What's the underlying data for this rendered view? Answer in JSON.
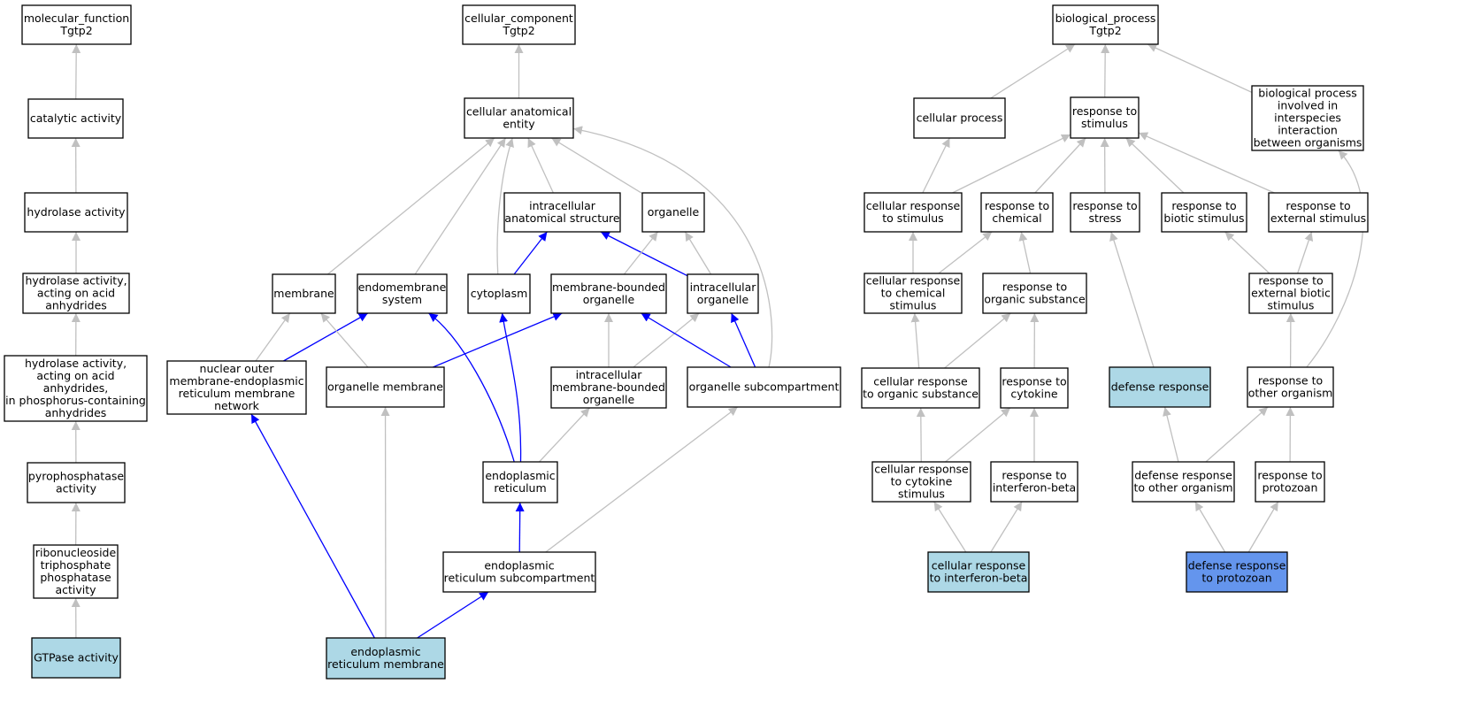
{
  "colors": {
    "node_fill": "#ffffff",
    "highlight_fill": "#add8e6",
    "focus_fill": "#6495ed",
    "edge_is_a": "#c0c0c0",
    "edge_part_of": "#0000ff"
  },
  "nodes": [
    {
      "id": "mf_root",
      "lines": [
        "molecular_function",
        "Tgtp2"
      ],
      "fill": "node_fill"
    },
    {
      "id": "catalytic",
      "lines": [
        "catalytic activity"
      ],
      "fill": "node_fill"
    },
    {
      "id": "hydrolase",
      "lines": [
        "hydrolase activity"
      ],
      "fill": "node_fill"
    },
    {
      "id": "hydrolase_acid",
      "lines": [
        "hydrolase activity,",
        "acting on acid",
        "anhydrides"
      ],
      "fill": "node_fill"
    },
    {
      "id": "hydrolase_phos",
      "lines": [
        "hydrolase activity,",
        "acting on acid",
        "anhydrides,",
        "in phosphorus-containing",
        "anhydrides"
      ],
      "fill": "node_fill"
    },
    {
      "id": "pyrophosphatase",
      "lines": [
        "pyrophosphatase",
        "activity"
      ],
      "fill": "node_fill"
    },
    {
      "id": "ribonucleoside",
      "lines": [
        "ribonucleoside",
        "triphosphate",
        "phosphatase",
        "activity"
      ],
      "fill": "node_fill"
    },
    {
      "id": "gtpase",
      "lines": [
        "GTPase activity"
      ],
      "fill": "highlight_fill"
    },
    {
      "id": "cc_root",
      "lines": [
        "cellular_component",
        "Tgtp2"
      ],
      "fill": "node_fill"
    },
    {
      "id": "cae",
      "lines": [
        "cellular anatomical",
        "entity"
      ],
      "fill": "node_fill"
    },
    {
      "id": "ias",
      "lines": [
        "intracellular",
        "anatomical structure"
      ],
      "fill": "node_fill"
    },
    {
      "id": "organelle",
      "lines": [
        "organelle"
      ],
      "fill": "node_fill"
    },
    {
      "id": "membrane",
      "lines": [
        "membrane"
      ],
      "fill": "node_fill"
    },
    {
      "id": "endomembrane",
      "lines": [
        "endomembrane",
        "system"
      ],
      "fill": "node_fill"
    },
    {
      "id": "cytoplasm",
      "lines": [
        "cytoplasm"
      ],
      "fill": "node_fill"
    },
    {
      "id": "mbo",
      "lines": [
        "membrane-bounded",
        "organelle"
      ],
      "fill": "node_fill"
    },
    {
      "id": "io",
      "lines": [
        "intracellular",
        "organelle"
      ],
      "fill": "node_fill"
    },
    {
      "id": "nuclear_outer",
      "lines": [
        "nuclear outer",
        "membrane-endoplasmic",
        "reticulum membrane",
        "network"
      ],
      "fill": "node_fill"
    },
    {
      "id": "organelle_membrane",
      "lines": [
        "organelle membrane"
      ],
      "fill": "node_fill"
    },
    {
      "id": "imbo",
      "lines": [
        "intracellular",
        "membrane-bounded",
        "organelle"
      ],
      "fill": "node_fill"
    },
    {
      "id": "osub",
      "lines": [
        "organelle subcompartment"
      ],
      "fill": "node_fill"
    },
    {
      "id": "er",
      "lines": [
        "endoplasmic",
        "reticulum"
      ],
      "fill": "node_fill"
    },
    {
      "id": "ersub",
      "lines": [
        "endoplasmic",
        "reticulum subcompartment"
      ],
      "fill": "node_fill"
    },
    {
      "id": "erm",
      "lines": [
        "endoplasmic",
        "reticulum membrane"
      ],
      "fill": "highlight_fill"
    },
    {
      "id": "bp_root",
      "lines": [
        "biological_process",
        "Tgtp2"
      ],
      "fill": "node_fill"
    },
    {
      "id": "cellular_process",
      "lines": [
        "cellular process"
      ],
      "fill": "node_fill"
    },
    {
      "id": "rts",
      "lines": [
        "response to",
        "stimulus"
      ],
      "fill": "node_fill"
    },
    {
      "id": "bpinter",
      "lines": [
        "biological process",
        "involved in",
        "interspecies",
        "interaction",
        "between organisms"
      ],
      "fill": "node_fill"
    },
    {
      "id": "crs",
      "lines": [
        "cellular response",
        "to stimulus"
      ],
      "fill": "node_fill"
    },
    {
      "id": "rtc",
      "lines": [
        "response to",
        "chemical"
      ],
      "fill": "node_fill"
    },
    {
      "id": "rtstress",
      "lines": [
        "response to",
        "stress"
      ],
      "fill": "node_fill"
    },
    {
      "id": "rtbs",
      "lines": [
        "response to",
        "biotic stimulus"
      ],
      "fill": "node_fill"
    },
    {
      "id": "rtes",
      "lines": [
        "response to",
        "external stimulus"
      ],
      "fill": "node_fill"
    },
    {
      "id": "crcs",
      "lines": [
        "cellular response",
        "to chemical",
        "stimulus"
      ],
      "fill": "node_fill"
    },
    {
      "id": "rtos",
      "lines": [
        "response to",
        "organic substance"
      ],
      "fill": "node_fill"
    },
    {
      "id": "rtebs",
      "lines": [
        "response to",
        "external biotic",
        "stimulus"
      ],
      "fill": "node_fill"
    },
    {
      "id": "cros",
      "lines": [
        "cellular response",
        "to organic substance"
      ],
      "fill": "node_fill"
    },
    {
      "id": "rtcyt",
      "lines": [
        "response to",
        "cytokine"
      ],
      "fill": "node_fill"
    },
    {
      "id": "defense",
      "lines": [
        "defense response"
      ],
      "fill": "highlight_fill"
    },
    {
      "id": "rtoo",
      "lines": [
        "response to",
        "other organism"
      ],
      "fill": "node_fill"
    },
    {
      "id": "crcyt",
      "lines": [
        "cellular response",
        "to cytokine",
        "stimulus"
      ],
      "fill": "node_fill"
    },
    {
      "id": "rtifn",
      "lines": [
        "response to",
        "interferon-beta"
      ],
      "fill": "node_fill"
    },
    {
      "id": "droo",
      "lines": [
        "defense response",
        "to other organism"
      ],
      "fill": "node_fill"
    },
    {
      "id": "rtproto",
      "lines": [
        "response to",
        "protozoan"
      ],
      "fill": "node_fill"
    },
    {
      "id": "crifn",
      "lines": [
        "cellular response",
        "to interferon-beta"
      ],
      "fill": "highlight_fill"
    },
    {
      "id": "drproto",
      "lines": [
        "defense response",
        "to protozoan"
      ],
      "fill": "focus_fill"
    }
  ],
  "edges": [
    {
      "from": "catalytic",
      "to": "mf_root",
      "type": "is_a"
    },
    {
      "from": "hydrolase",
      "to": "catalytic",
      "type": "is_a"
    },
    {
      "from": "hydrolase_acid",
      "to": "hydrolase",
      "type": "is_a"
    },
    {
      "from": "hydrolase_phos",
      "to": "hydrolase_acid",
      "type": "is_a"
    },
    {
      "from": "pyrophosphatase",
      "to": "hydrolase_phos",
      "type": "is_a"
    },
    {
      "from": "ribonucleoside",
      "to": "pyrophosphatase",
      "type": "is_a"
    },
    {
      "from": "gtpase",
      "to": "ribonucleoside",
      "type": "is_a"
    },
    {
      "from": "cae",
      "to": "cc_root",
      "type": "is_a"
    },
    {
      "from": "ias",
      "to": "cae",
      "type": "is_a"
    },
    {
      "from": "organelle",
      "to": "cae",
      "type": "is_a"
    },
    {
      "from": "membrane",
      "to": "cae",
      "type": "is_a"
    },
    {
      "from": "endomembrane",
      "to": "cae",
      "type": "is_a"
    },
    {
      "from": "cytoplasm",
      "to": "cae",
      "type": "is_a"
    },
    {
      "from": "osub",
      "to": "cae",
      "type": "is_a"
    },
    {
      "from": "cytoplasm",
      "to": "ias",
      "type": "part_of"
    },
    {
      "from": "io",
      "to": "ias",
      "type": "part_of"
    },
    {
      "from": "mbo",
      "to": "organelle",
      "type": "is_a"
    },
    {
      "from": "io",
      "to": "organelle",
      "type": "is_a"
    },
    {
      "from": "nuclear_outer",
      "to": "membrane",
      "type": "is_a"
    },
    {
      "from": "nuclear_outer",
      "to": "endomembrane",
      "type": "part_of"
    },
    {
      "from": "organelle_membrane",
      "to": "membrane",
      "type": "is_a"
    },
    {
      "from": "organelle_membrane",
      "to": "mbo",
      "type": "part_of"
    },
    {
      "from": "imbo",
      "to": "mbo",
      "type": "is_a"
    },
    {
      "from": "imbo",
      "to": "io",
      "type": "is_a"
    },
    {
      "from": "osub",
      "to": "mbo",
      "type": "part_of"
    },
    {
      "from": "osub",
      "to": "io",
      "type": "part_of"
    },
    {
      "from": "er",
      "to": "endomembrane",
      "type": "part_of"
    },
    {
      "from": "er",
      "to": "cytoplasm",
      "type": "part_of"
    },
    {
      "from": "er",
      "to": "imbo",
      "type": "is_a"
    },
    {
      "from": "ersub",
      "to": "er",
      "type": "part_of"
    },
    {
      "from": "ersub",
      "to": "osub",
      "type": "is_a"
    },
    {
      "from": "erm",
      "to": "nuclear_outer",
      "type": "part_of"
    },
    {
      "from": "erm",
      "to": "organelle_membrane",
      "type": "is_a"
    },
    {
      "from": "erm",
      "to": "ersub",
      "type": "part_of"
    },
    {
      "from": "cellular_process",
      "to": "bp_root",
      "type": "is_a"
    },
    {
      "from": "rts",
      "to": "bp_root",
      "type": "is_a"
    },
    {
      "from": "bpinter",
      "to": "bp_root",
      "type": "is_a"
    },
    {
      "from": "crs",
      "to": "cellular_process",
      "type": "is_a"
    },
    {
      "from": "crs",
      "to": "rts",
      "type": "is_a"
    },
    {
      "from": "rtc",
      "to": "rts",
      "type": "is_a"
    },
    {
      "from": "rtstress",
      "to": "rts",
      "type": "is_a"
    },
    {
      "from": "rtbs",
      "to": "rts",
      "type": "is_a"
    },
    {
      "from": "rtes",
      "to": "rts",
      "type": "is_a"
    },
    {
      "from": "crcs",
      "to": "crs",
      "type": "is_a"
    },
    {
      "from": "crcs",
      "to": "rtc",
      "type": "is_a"
    },
    {
      "from": "rtos",
      "to": "rtc",
      "type": "is_a"
    },
    {
      "from": "rtebs",
      "to": "rtbs",
      "type": "is_a"
    },
    {
      "from": "rtebs",
      "to": "rtes",
      "type": "is_a"
    },
    {
      "from": "cros",
      "to": "crcs",
      "type": "is_a"
    },
    {
      "from": "cros",
      "to": "rtos",
      "type": "is_a"
    },
    {
      "from": "rtcyt",
      "to": "rtos",
      "type": "is_a"
    },
    {
      "from": "defense",
      "to": "rtstress",
      "type": "is_a"
    },
    {
      "from": "rtoo",
      "to": "rtebs",
      "type": "is_a"
    },
    {
      "from": "rtoo",
      "to": "bpinter",
      "type": "is_a"
    },
    {
      "from": "crcyt",
      "to": "cros",
      "type": "is_a"
    },
    {
      "from": "crcyt",
      "to": "rtcyt",
      "type": "is_a"
    },
    {
      "from": "rtifn",
      "to": "rtcyt",
      "type": "is_a"
    },
    {
      "from": "droo",
      "to": "defense",
      "type": "is_a"
    },
    {
      "from": "droo",
      "to": "rtoo",
      "type": "is_a"
    },
    {
      "from": "rtproto",
      "to": "rtoo",
      "type": "is_a"
    },
    {
      "from": "crifn",
      "to": "crcyt",
      "type": "is_a"
    },
    {
      "from": "crifn",
      "to": "rtifn",
      "type": "is_a"
    },
    {
      "from": "drproto",
      "to": "droo",
      "type": "is_a"
    },
    {
      "from": "drproto",
      "to": "rtproto",
      "type": "is_a"
    }
  ]
}
